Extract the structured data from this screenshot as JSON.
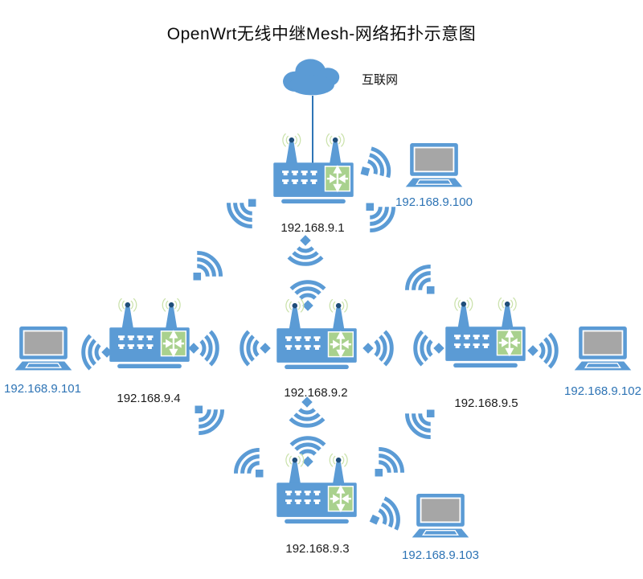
{
  "title": "OpenWrt无线中继Mesh-网络拓扑示意图",
  "internet": {
    "label": "互联网"
  },
  "routers": {
    "r1": {
      "label": "192.168.9.1"
    },
    "r2": {
      "label": "192.168.9.2"
    },
    "r3": {
      "label": "192.168.9.3"
    },
    "r4": {
      "label": "192.168.9.4"
    },
    "r5": {
      "label": "192.168.9.5"
    }
  },
  "laptops": {
    "l100": {
      "label": "192.168.9.100"
    },
    "l101": {
      "label": "192.168.9.101"
    },
    "l102": {
      "label": "192.168.9.102"
    },
    "l103": {
      "label": "192.168.9.103"
    }
  },
  "icons": {
    "cloud": "internet-cloud",
    "router": "two-antenna-wireless-router",
    "router_panel": "cross-arrows-routing-symbol",
    "laptop": "laptop-client",
    "wifi": "wifi-signal-arcs"
  },
  "colors": {
    "primary_blue": "#5B9BD5",
    "antenna_dot_navy": "#1F4E79",
    "routing_panel_green": "#A9D18E",
    "antenna_halo_green": "#CBE2AC",
    "laptop_screen_gray": "#A6A6A6",
    "laptop_label_blue": "#2E74B5",
    "router_label_black": "#1A1A1A",
    "internet_line_blue": "#2E75B6"
  }
}
